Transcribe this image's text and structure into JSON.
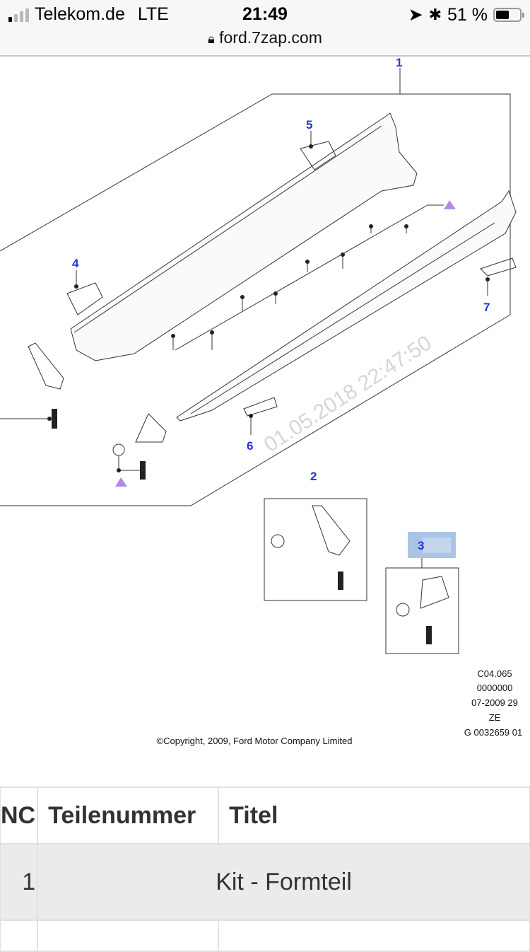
{
  "status_bar": {
    "carrier": "Telekom.de",
    "network": "LTE",
    "time": "21:49",
    "battery": "51 %",
    "battery_level": 0.51
  },
  "browser": {
    "url": "ford.7zap.com"
  },
  "diagram": {
    "callouts": [
      "1",
      "2",
      "3",
      "4",
      "5",
      "6",
      "7"
    ],
    "watermark": "01.05.2018 22:47:50",
    "info_lines": [
      "C04.065",
      "0000000",
      "07-2009 29",
      "ZE",
      "G 0032659 01"
    ],
    "copyright": "©Copyright, 2009, Ford Motor Company Limited",
    "highlight_color": "#a9c4e4",
    "callout_color": "#2233dd",
    "marker_color": "#b388e8"
  },
  "table": {
    "headers": [
      "NC",
      "Teilenummer",
      "Titel"
    ],
    "rows": [
      {
        "nc": "1",
        "title": "Kit - Formteil"
      }
    ]
  }
}
